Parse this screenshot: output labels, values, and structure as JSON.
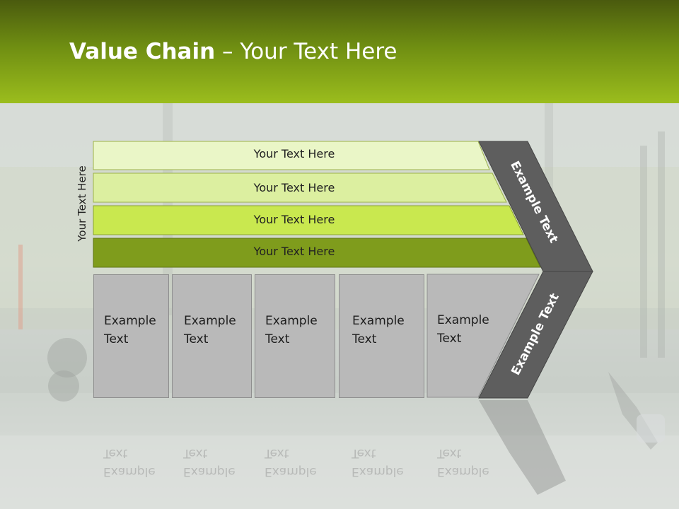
{
  "title": {
    "bold": "Value Chain",
    "rest": " – Your Text Here"
  },
  "side_label": "Your Text Here",
  "rows": [
    {
      "label": "Your Text Here",
      "color": "#eaf6c7"
    },
    {
      "label": "Your Text Here",
      "color": "#dcefa0"
    },
    {
      "label": "Your Text Here",
      "color": "#c9e84f"
    },
    {
      "label": "Your Text Here",
      "color": "#7f9c1c"
    }
  ],
  "boxes": [
    {
      "line1": "Example",
      "line2": "Text"
    },
    {
      "line1": "Example",
      "line2": "Text"
    },
    {
      "line1": "Example",
      "line2": "Text"
    },
    {
      "line1": "Example",
      "line2": "Text"
    },
    {
      "line1": "Example",
      "line2": "Text"
    }
  ],
  "arrow": {
    "upper_label": "Example Text",
    "lower_label": "Example Text",
    "color": "#5e5e5e"
  },
  "colors": {
    "header": "#8fb31b",
    "box": "#b9b9b9"
  }
}
